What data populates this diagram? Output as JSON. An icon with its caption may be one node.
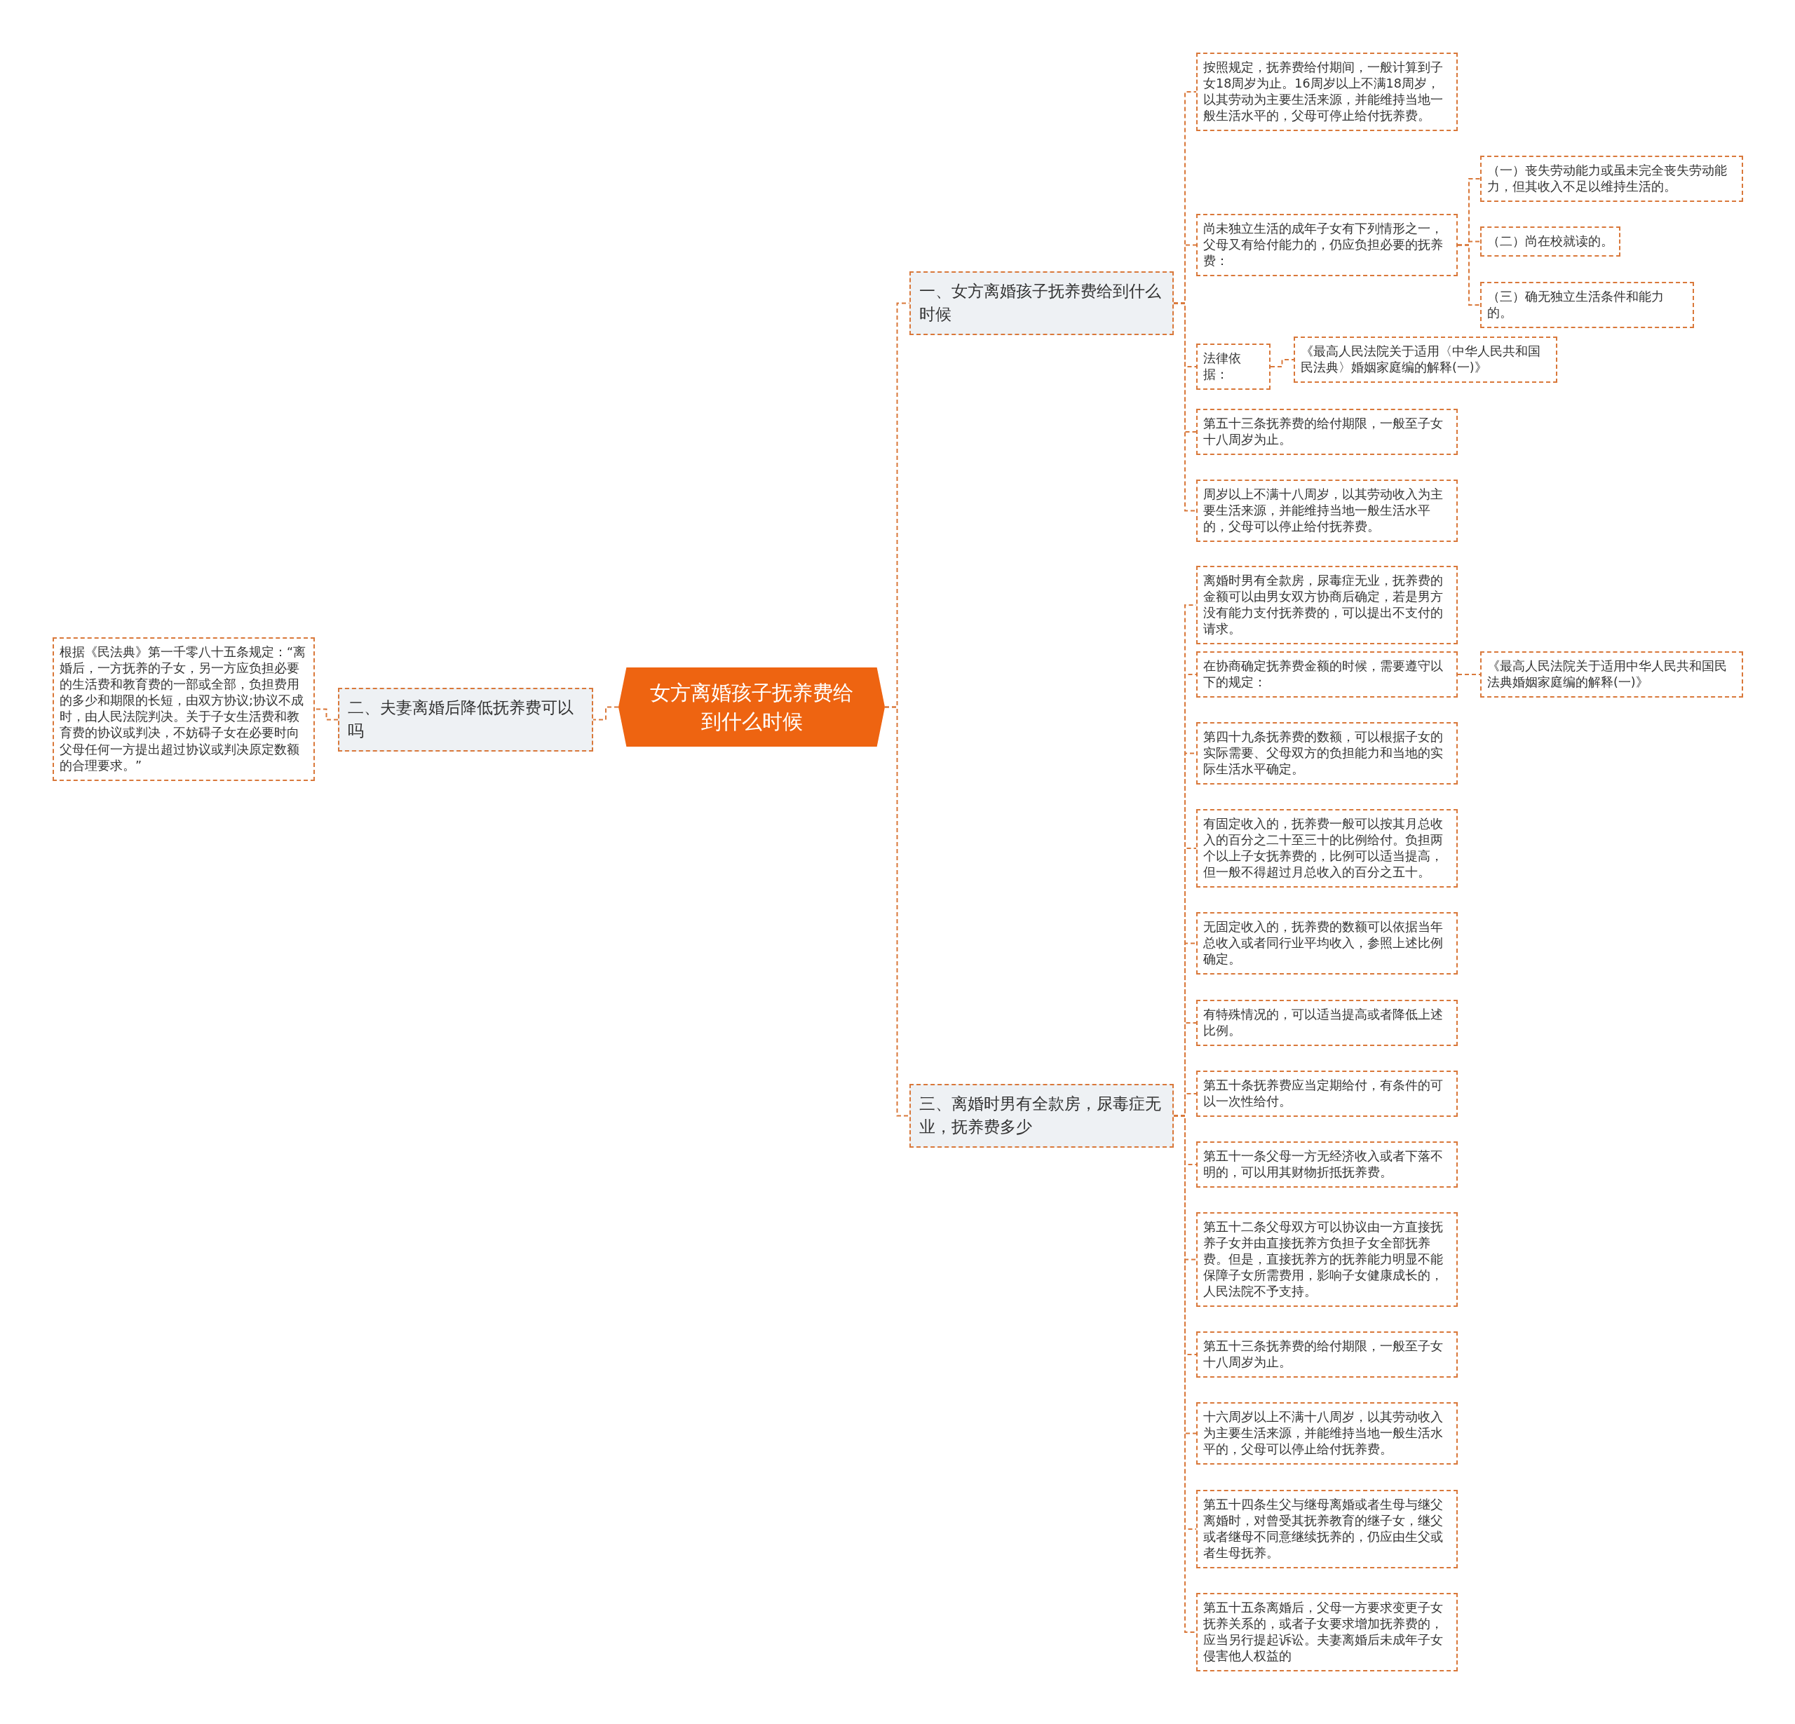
{
  "diagram": {
    "nodes": [
      {
        "text": [
          "女方离婚孩子抚养费给到什么时候"
        ]
      },
      {
        "text": [
          "一、女方离婚孩子抚养费给到什么时候"
        ]
      },
      {
        "text": [
          "按照规定，抚养费给付期间，一般计算到子女18周岁为止。16周岁以上不满18周岁，以其劳动为主要生活来源，并能维持当地一般生活水平的，父母可停止给付抚养费。"
        ]
      },
      {
        "text": [
          "尚未独立生活的成年子女有下列情形之一，父母又有给付能力的，仍应负担必要的抚养费："
        ]
      },
      {
        "text": [
          "（一）丧失劳动能力或虽未完全丧失劳动能力，但其收入不足以维持生活的。"
        ]
      },
      {
        "text": [
          "（二）尚在校就读的。"
        ]
      },
      {
        "text": [
          "（三）确无独立生活条件和能力的。"
        ]
      },
      {
        "text": [
          "法律依据："
        ]
      },
      {
        "text": [
          "《最高人民法院关于适用〈中华人民共和国民法典〉婚姻家庭编的解释(一)》"
        ]
      },
      {
        "text": [
          "第五十三条抚养费的给付期限，一般至子女十八周岁为止。"
        ]
      },
      {
        "text": [
          "周岁以上不满十八周岁，以其劳动收入为主要生活来源，并能维持当地一般生活水平的，父母可以停止给付抚养费。"
        ]
      },
      {
        "text": [
          "二、夫妻离婚后降低抚养费可以吗"
        ]
      },
      {
        "text": [
          "根据《民法典》第一千零八十五条规定：“离婚后，一方抚养的子女，另一方应负担必要的生活费和教育费的一部或全部，负担费用的多少和期限的长短，由双方协议;协议不成时，由人民法院判决。关于子女生活费和教育费的协议或判决，不妨碍子女在必要时向父母任何一方提出超过协议或判决原定数额的合理要求。”"
        ]
      },
      {
        "text": [
          "三、离婚时男有全款房，尿毒症无业，抚养费多少"
        ]
      },
      {
        "text": [
          "离婚时男有全款房，尿毒症无业，抚养费的金额可以由男女双方协商后确定，若是男方没有能力支付抚养费的，可以提出不支付的请求。"
        ]
      },
      {
        "text": [
          "在协商确定抚养费金额的时候，需要遵守以下的规定："
        ]
      },
      {
        "text": [
          "《最高人民法院关于适用中华人民共和国民法典婚姻家庭编的解释(一)》"
        ]
      },
      {
        "text": [
          "第四十九条抚养费的数额，可以根据子女的实际需要、父母双方的负担能力和当地的实际生活水平确定。"
        ]
      },
      {
        "text": [
          "有固定收入的，抚养费一般可以按其月总收入的百分之二十至三十的比例给付。负担两个以上子女抚养费的，比例可以适当提高，但一般不得超过月总收入的百分之五十。"
        ]
      },
      {
        "text": [
          "无固定收入的，抚养费的数额可以依据当年总收入或者同行业平均收入，参照上述比例确定。"
        ]
      },
      {
        "text": [
          "有特殊情况的，可以适当提高或者降低上述比例。"
        ]
      },
      {
        "text": [
          "第五十条抚养费应当定期给付，有条件的可以一次性给付。"
        ]
      },
      {
        "text": [
          "第五十一条父母一方无经济收入或者下落不明的，可以用其财物折抵抚养费。"
        ]
      },
      {
        "text": [
          "第五十二条父母双方可以协议由一方直接抚养子女并由直接抚养方负担子女全部抚养费。但是，直接抚养方的抚养能力明显不能保障子女所需费用，影响子女健康成长的，人民法院不予支持。"
        ]
      },
      {
        "text": [
          "第五十三条抚养费的给付期限，一般至子女十八周岁为止。"
        ]
      },
      {
        "text": [
          "十六周岁以上不满十八周岁，以其劳动收入为主要生活来源，并能维持当地一般生活水平的，父母可以停止给付抚养费。"
        ]
      },
      {
        "text": [
          "第五十四条生父与继母离婚或者生母与继父离婚时，对曾受其抚养教育的继子女，继父或者继母不同意继续抚养的，仍应由生父或者生母抚养。"
        ]
      },
      {
        "text": [
          "第五十五条离婚后，父母一方要求变更子女抚养关系的，或者子女要求增加抚养费的，应当另行提起诉讼。夫妻离婚后未成年子女侵害他人权益的"
        ]
      }
    ],
    "edges": [
      {
        "from": 0,
        "to": 1,
        "arrow": "none"
      },
      {
        "from": 1,
        "to": 2,
        "arrow": "none"
      },
      {
        "from": 1,
        "to": 3,
        "arrow": "none"
      },
      {
        "from": 3,
        "to": 4,
        "arrow": "none"
      },
      {
        "from": 3,
        "to": 5,
        "arrow": "none"
      },
      {
        "from": 3,
        "to": 6,
        "arrow": "none"
      },
      {
        "from": 1,
        "to": 7,
        "arrow": "none"
      },
      {
        "from": 7,
        "to": 8,
        "arrow": "none"
      },
      {
        "from": 1,
        "to": 9,
        "arrow": "none"
      },
      {
        "from": 1,
        "to": 10,
        "arrow": "none"
      },
      {
        "from": 0,
        "to": 11,
        "arrow": "none"
      },
      {
        "from": 11,
        "to": 12,
        "arrow": "none"
      },
      {
        "from": 0,
        "to": 13,
        "arrow": "none"
      },
      {
        "from": 13,
        "to": 14,
        "arrow": "none"
      },
      {
        "from": 13,
        "to": 15,
        "arrow": "none"
      },
      {
        "from": 15,
        "to": 16,
        "arrow": "none"
      },
      {
        "from": 13,
        "to": 17,
        "arrow": "none"
      },
      {
        "from": 13,
        "to": 18,
        "arrow": "none"
      },
      {
        "from": 13,
        "to": 19,
        "arrow": "none"
      },
      {
        "from": 13,
        "to": 20,
        "arrow": "none"
      },
      {
        "from": 13,
        "to": 21,
        "arrow": "none"
      },
      {
        "from": 13,
        "to": 22,
        "arrow": "none"
      },
      {
        "from": 13,
        "to": 23,
        "arrow": "none"
      },
      {
        "from": 13,
        "to": 24,
        "arrow": "none"
      },
      {
        "from": 13,
        "to": 25,
        "arrow": "none"
      },
      {
        "from": 13,
        "to": 26,
        "arrow": "none"
      },
      {
        "from": 13,
        "to": 27,
        "arrow": "none"
      }
    ]
  }
}
